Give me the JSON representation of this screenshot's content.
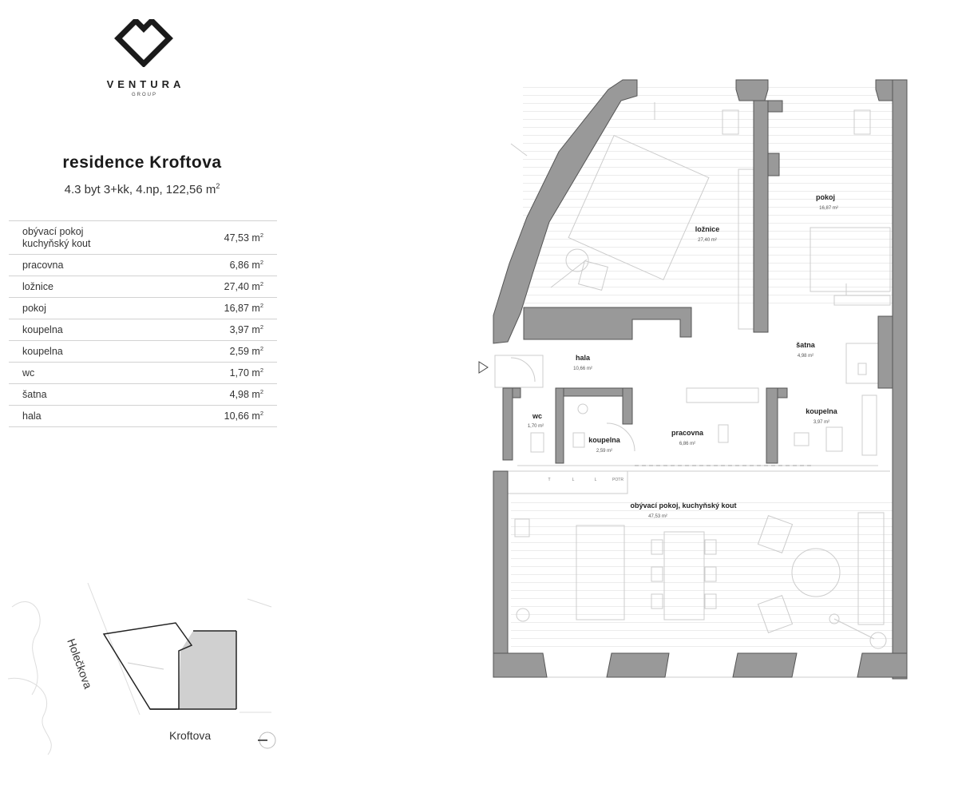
{
  "brand": {
    "name": "VENTURA",
    "sub": "GROUP"
  },
  "title": "residence Kroftova",
  "subtitle": {
    "text": "4.3 byt 3+kk, 4.np, 122,56 m",
    "sup": "2"
  },
  "rooms": [
    {
      "name": "obývací pokoj\nkuchyňský kout",
      "value": "47,53 m",
      "sup": "2"
    },
    {
      "name": "pracovna",
      "value": "6,86 m",
      "sup": "2"
    },
    {
      "name": "ložnice",
      "value": "27,40 m",
      "sup": "2"
    },
    {
      "name": "pokoj",
      "value": "16,87 m",
      "sup": "2"
    },
    {
      "name": "koupelna",
      "value": "3,97 m",
      "sup": "2"
    },
    {
      "name": "koupelna",
      "value": "2,59 m",
      "sup": "2"
    },
    {
      "name": "wc",
      "value": "1,70 m",
      "sup": "2"
    },
    {
      "name": "šatna",
      "value": "4,98 m",
      "sup": "2"
    },
    {
      "name": "hala",
      "value": "10,66 m",
      "sup": "2"
    }
  ],
  "plan_labels": {
    "loznice": {
      "name": "ložnice",
      "area": "27,40 m²"
    },
    "pokoj": {
      "name": "pokoj",
      "area": "16,87 m²"
    },
    "satna": {
      "name": "šatna",
      "area": "4,98 m²"
    },
    "hala": {
      "name": "hala",
      "area": "10,66 m²"
    },
    "wc": {
      "name": "wc",
      "area": "1,70 m²"
    },
    "koupelna_small": {
      "name": "koupelna",
      "area": "2,59 m²"
    },
    "pracovna": {
      "name": "pracovna",
      "area": "6,86 m²"
    },
    "koupelna_right": {
      "name": "koupelna",
      "area": "3,97 m²"
    },
    "obyvaci": {
      "name": "obývací pokoj, kuchyňský kout",
      "area": "47,53 m²"
    }
  },
  "appliances": [
    "T",
    "L",
    "L",
    "POTR"
  ],
  "streets": {
    "street1": "Holečkova",
    "street2": "Kroftova"
  },
  "colors": {
    "wall": "#999999",
    "site": "#d0d0d0",
    "line": "#cccccc"
  }
}
